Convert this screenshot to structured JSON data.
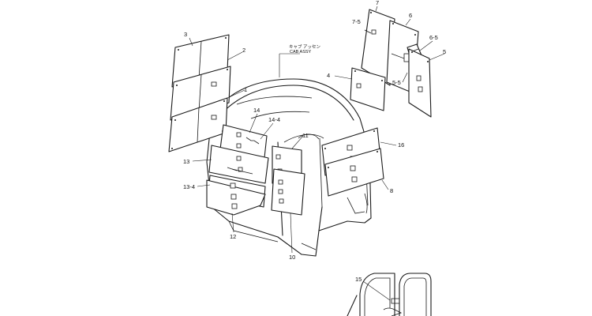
{
  "diagram": {
    "cab_label_jp": "キャブ アッセン",
    "cab_label_en": "CAB ASSY",
    "callouts": {
      "p1": "1",
      "p2": "2",
      "p3": "3",
      "p4": "4",
      "p5": "5",
      "p5_5": "5-5",
      "p6": "6",
      "p6_5": "6-5",
      "p7": "7",
      "p7_5": "7-5",
      "p8": "8",
      "p10": "10",
      "p11": "11",
      "p12": "12",
      "p13": "13",
      "p13_4": "13-4",
      "p14": "14",
      "p14_4": "14-4",
      "p15": "15",
      "p16": "16"
    }
  }
}
